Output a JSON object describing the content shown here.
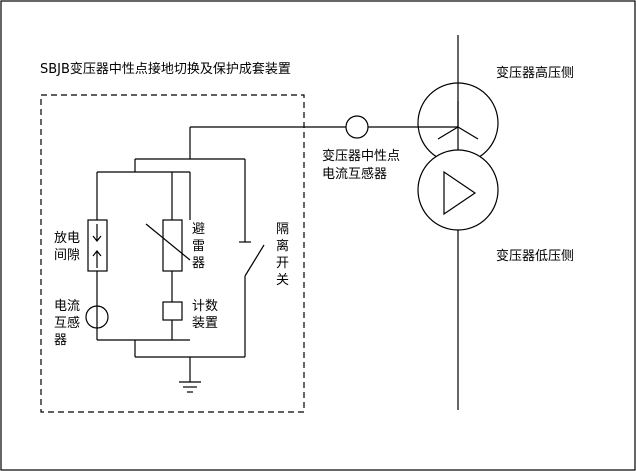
{
  "title": "SBJB变压器中性点接地切换及保护成套装置",
  "labels": {
    "hv_side": "变压器高压侧",
    "lv_side": "变压器低压侧",
    "neutral_ct_line1": "变压器中性点",
    "neutral_ct_line2": "电流互感器",
    "spark_gap": [
      "放电",
      "间隙"
    ],
    "arrester": [
      "避",
      "雷",
      "器"
    ],
    "disconnector": [
      "隔",
      "离",
      "开",
      "关"
    ],
    "ct": [
      "电流",
      "互感",
      "器"
    ],
    "counter": [
      "计数",
      "装置"
    ]
  },
  "colors": {
    "line": "#000000",
    "background": "#ffffff"
  }
}
